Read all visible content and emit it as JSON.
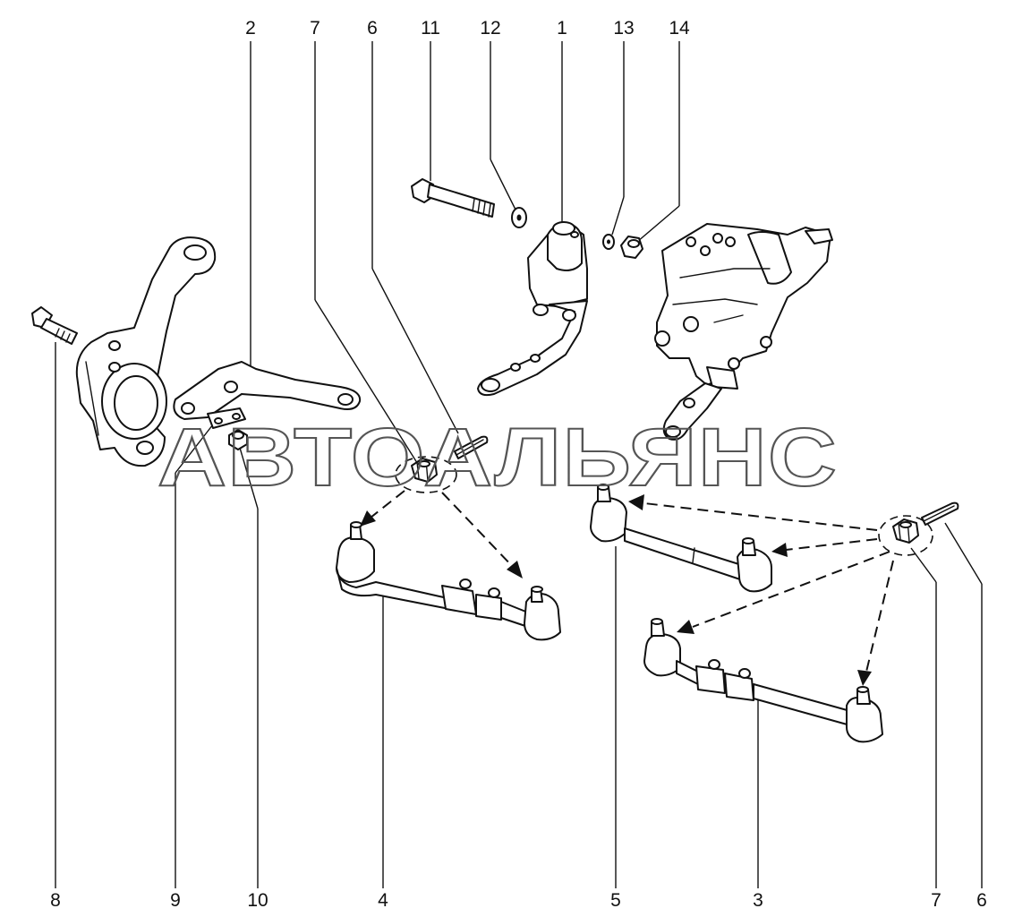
{
  "watermark": "АВТОАЛЬЯНС",
  "callouts_top": [
    "2",
    "7",
    "6",
    "11",
    "12",
    "1",
    "13",
    "14"
  ],
  "callouts_bottom": [
    "8",
    "9",
    "10",
    "4",
    "5",
    "3",
    "7",
    "6"
  ],
  "colors": {
    "ink": "#111111",
    "paper": "#ffffff",
    "watermark": "#555555"
  }
}
